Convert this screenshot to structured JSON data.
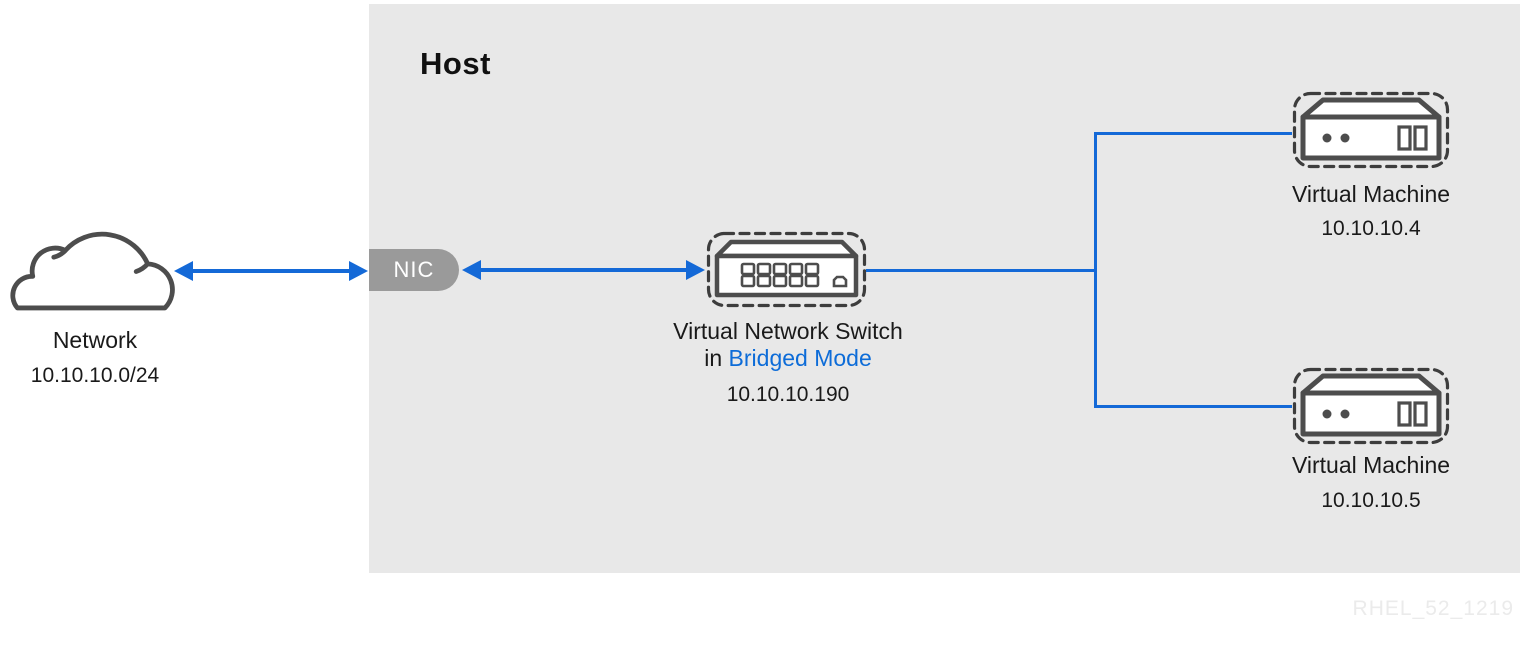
{
  "host": {
    "title": "Host"
  },
  "network": {
    "label": "Network",
    "ip": "10.10.10.0/24"
  },
  "nic": {
    "label": "NIC"
  },
  "switch": {
    "label_line1": "Virtual Network Switch",
    "line2_prefix": "in ",
    "line2_highlight": "Bridged Mode",
    "ip": "10.10.10.190"
  },
  "vms": [
    {
      "label": "Virtual Machine",
      "ip": "10.10.10.4"
    },
    {
      "label": "Virtual Machine",
      "ip": "10.10.10.5"
    }
  ],
  "watermark": "RHEL_52_1219",
  "icons": {
    "network": "cloud-icon",
    "nic": "rounded-gray-badge",
    "switch": "network-switch-device-icon",
    "vm": "server-device-icon"
  },
  "colors": {
    "line_blue": "#1469d7",
    "highlight_blue": "#0d6cd8",
    "host_background": "#e8e8e8",
    "nic_background": "#9a9a9a",
    "icon_stroke": "#4d4d4d",
    "dashed_border": "#3d3d3d",
    "text": "#151515",
    "watermark": "#ebebeb"
  }
}
